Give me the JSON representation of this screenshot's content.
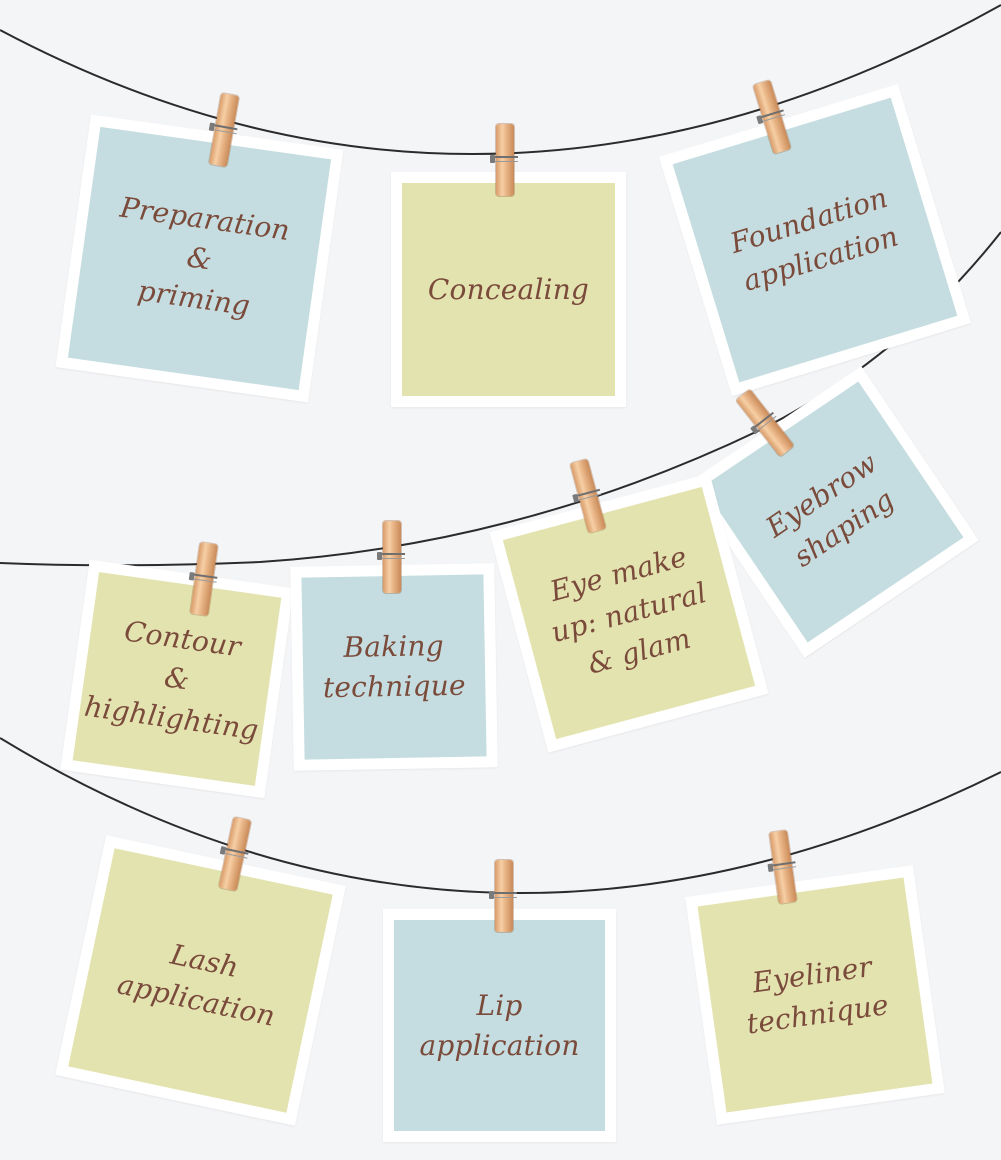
{
  "steps": [
    {
      "label": "Preparation\n&\npriming",
      "color": "blue"
    },
    {
      "label": "Concealing",
      "color": "olive"
    },
    {
      "label": "Foundation\napplication",
      "color": "blue"
    },
    {
      "label": "Eyebrow\nshaping",
      "color": "blue"
    },
    {
      "label": "Eye make\nup: natural\n& glam",
      "color": "olive"
    },
    {
      "label": "Contour\n&\nhighlighting",
      "color": "olive"
    },
    {
      "label": "Baking\ntechnique",
      "color": "blue"
    },
    {
      "label": "Lash\napplication",
      "color": "olive"
    },
    {
      "label": "Lip\napplication",
      "color": "blue"
    },
    {
      "label": "Eyeliner\ntechnique",
      "color": "olive"
    }
  ],
  "colors": {
    "background": "#f4f5f7",
    "note_blue": "#c5dde0",
    "note_olive": "#e3e3b0",
    "text": "#7a4a3a",
    "string": "#2b2b2b",
    "clothespin": "#eab789"
  }
}
